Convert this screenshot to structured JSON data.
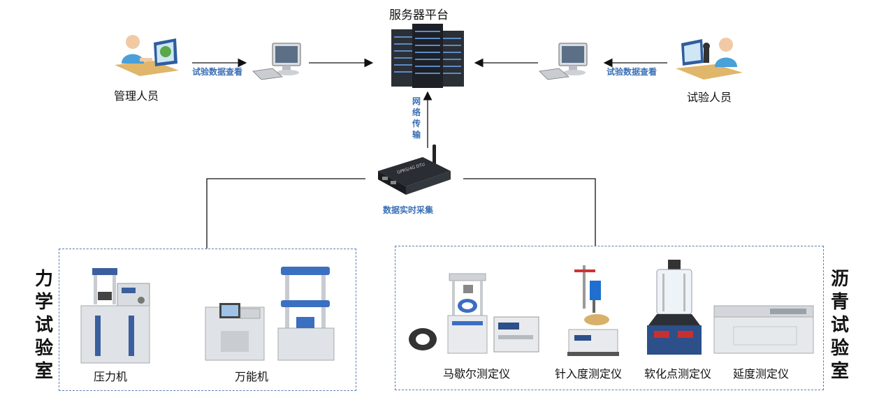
{
  "server": {
    "title": "服务器平台"
  },
  "manager": {
    "label": "管理人员",
    "edge_label": "试验数据查看"
  },
  "tester": {
    "label": "试验人员",
    "edge_label": "试验数据查看"
  },
  "network": {
    "label": "网络传输"
  },
  "collector": {
    "label": "数据实时采集"
  },
  "groups": {
    "mechanics": {
      "title": "力学试验室",
      "devices": [
        {
          "label": "压力机"
        },
        {
          "label": "万能机"
        }
      ]
    },
    "asphalt": {
      "title": "沥青试验室",
      "devices": [
        {
          "label": "马歇尔测定仪"
        },
        {
          "label": "针入度测定仪"
        },
        {
          "label": "软化点测定仪"
        },
        {
          "label": "延度测定仪"
        }
      ]
    }
  },
  "icons": {
    "server": "server-rack-icon",
    "computer": "desktop-computer-icon",
    "manager": "office-worker-icon",
    "tester": "lab-technician-icon",
    "collector": "wireless-dtu-router-icon"
  },
  "colors": {
    "accent_text": "#3a6fb5",
    "dashed_border": "#5b7fb3",
    "lines": "#111111"
  }
}
